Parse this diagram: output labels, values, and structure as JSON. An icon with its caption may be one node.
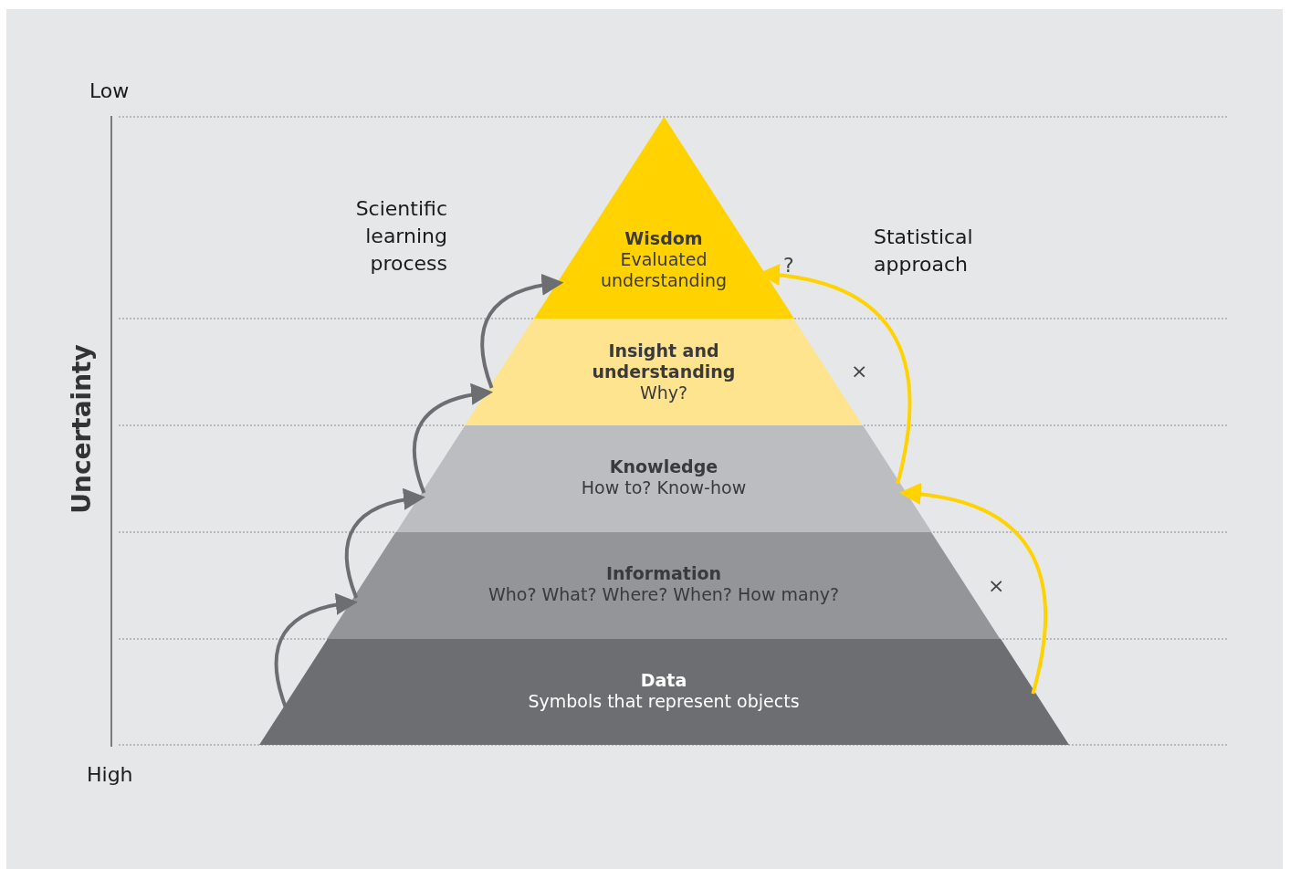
{
  "diagram": {
    "nodes": [
      {
        "text": [
          "Wisdom",
          "Evaluated understanding"
        ]
      },
      {
        "text": [
          "Insight and understanding",
          "Why?"
        ]
      },
      {
        "text": [
          "Knowledge",
          "How to? Know-how"
        ]
      },
      {
        "text": [
          "Information",
          "Who? What? Where? When? How many?"
        ]
      },
      {
        "text": [
          "Data",
          "Symbols that represent objects"
        ]
      }
    ],
    "edges": [
      {
        "from": 4,
        "to": 3,
        "arrow": "to"
      },
      {
        "from": 3,
        "to": 2,
        "arrow": "to"
      },
      {
        "from": 2,
        "to": 1,
        "arrow": "to"
      },
      {
        "from": 1,
        "to": 0,
        "arrow": "to"
      },
      {
        "from": 4,
        "to": 2,
        "arrow": "to",
        "color": "#ffd200"
      },
      {
        "from": 2,
        "to": 0,
        "arrow": "to",
        "color": "#ffd200"
      }
    ],
    "labels": [
      "Low",
      "Uncertainty",
      "Scientific learning process",
      "Statistical approach",
      "?",
      "×",
      "×",
      "High"
    ]
  }
}
